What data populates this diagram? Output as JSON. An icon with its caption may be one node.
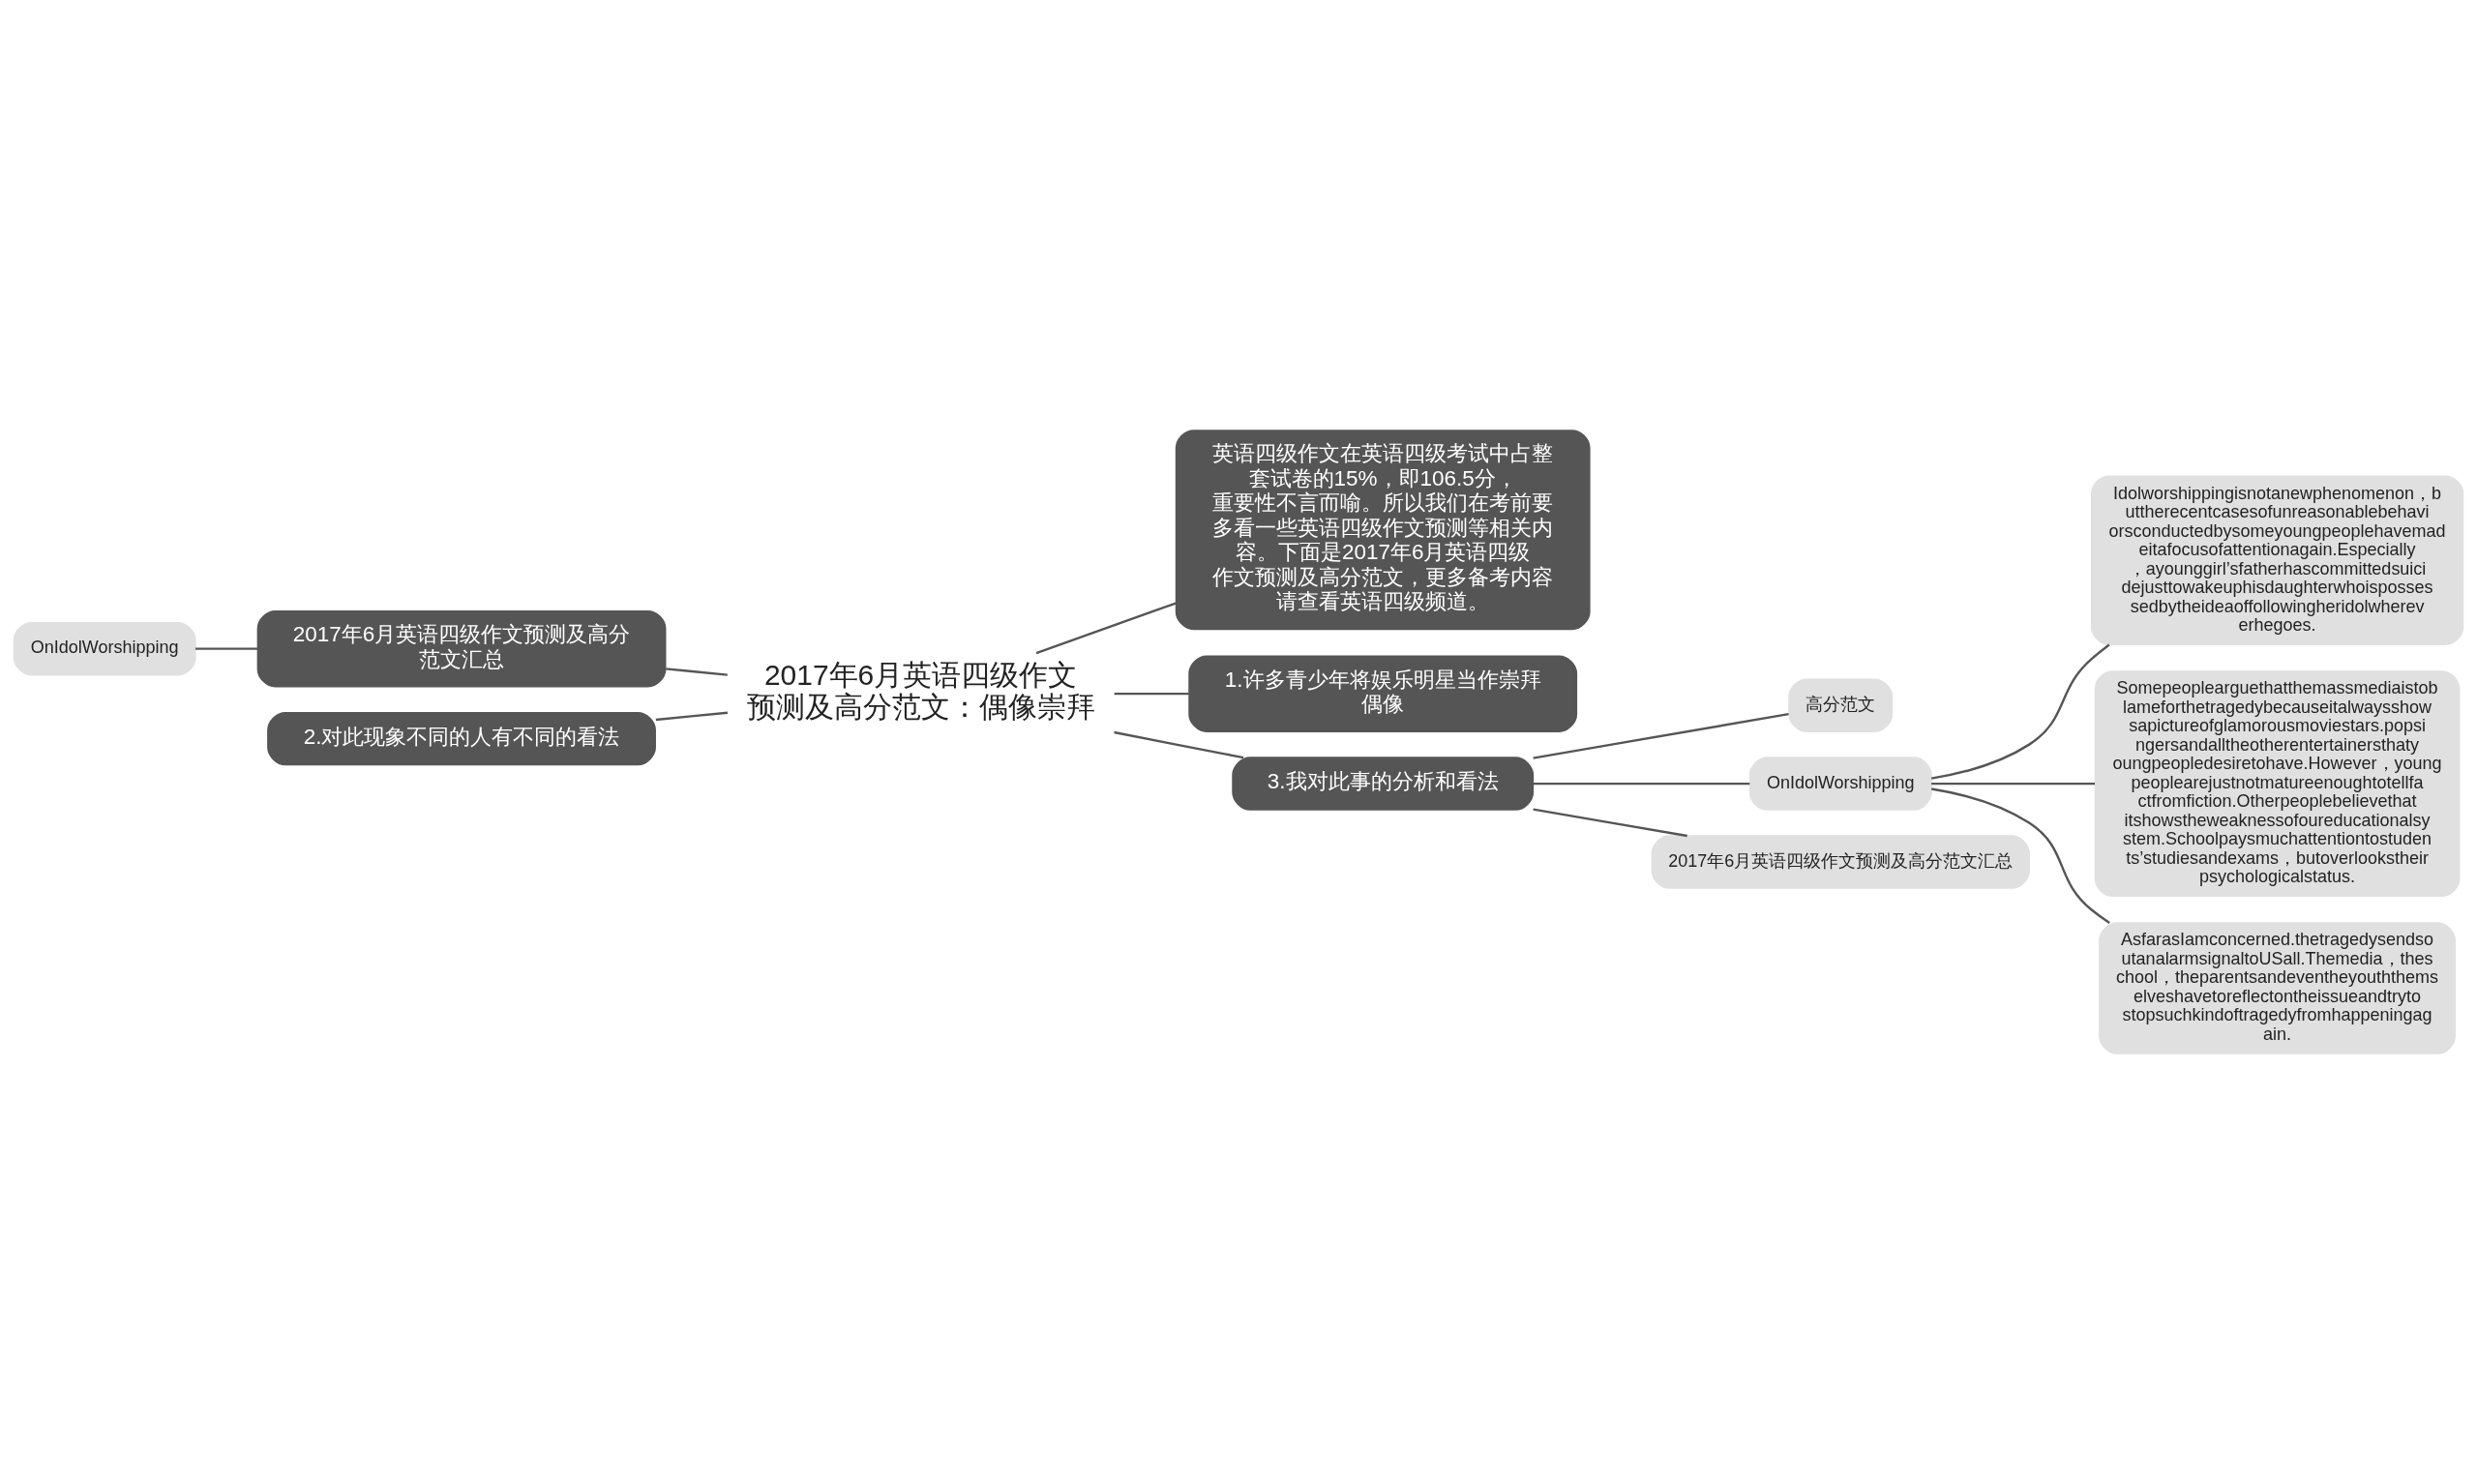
{
  "diagram": {
    "nodes": [
      {
        "text": [
          "2017年6月英语四级作文预测及高分范文：偶像崇拜"
        ]
      },
      {
        "text": [
          "英语四级作文在英语四级考试中占整套试卷的15%，即106.5分，重要性不言而喻。所以我们在考前要多看一些英语四级作文预测等相关内容。下面是2017年6月英语四级作文预测及高分范文，更多备考内容请查看英语四级频道。"
        ]
      },
      {
        "text": [
          "1.许多青少年将娱乐明星当作崇拜偶像"
        ]
      },
      {
        "text": [
          "2017年6月英语四级作文预测及高分范文汇总"
        ]
      },
      {
        "text": [
          "OnIdolWorshipping"
        ]
      },
      {
        "text": [
          "2.对此现象不同的人有不同的看法"
        ]
      },
      {
        "text": [
          "3.我对此事的分析和看法"
        ]
      },
      {
        "text": [
          "高分范文"
        ]
      },
      {
        "text": [
          "OnIdolWorshipping"
        ]
      },
      {
        "text": [
          "Idolworshippingisnotanewphenomenon，buttherecentcasesofunreasonablebehaviorsconductedbysomeyoungpeoplehavemadeitafocusofattentionagain.Especially，ayounggirl’sfatherhascommittedsuicidejusttowakeuphisdaughterwhoispossessedbytheideaoffollowingheridolwhereverhegoes."
        ]
      },
      {
        "text": [
          "Somepeoplearguethatthemassmediaistoblameforthetragedybecauseitalwaysshowsapictureofglamorousmoviestars.popsingersandalltheotherentertainersthatyoungpeopledesiretohave.However，youngpeoplearejustnotmatureenoughtotellfactfromfiction.Otherpeoplebelievethatitshowstheweaknessofoureducationalsystem.Schoolpaysmuchattentiontostudents’studiesandexams，butoverlookstheirpsychologicalstatus."
        ]
      },
      {
        "text": [
          "AsfarasIamconcerned.thetragedysendsoutanalarmsignaltoUSall.Themedia，theschool，theparentsandeventheyouththemselveshavetoreflectontheissueandtrytostopsuchkindoftragedyfromhappeningagain."
        ]
      },
      {
        "text": [
          "2017年6月英语四级作文预测及高分范文汇总"
        ]
      }
    ],
    "edges": [
      {
        "from": 0,
        "to": 1,
        "arrow": "none"
      },
      {
        "from": 0,
        "to": 2,
        "arrow": "none"
      },
      {
        "from": 0,
        "to": 3,
        "arrow": "none"
      },
      {
        "from": 3,
        "to": 4,
        "arrow": "none"
      },
      {
        "from": 0,
        "to": 5,
        "arrow": "none"
      },
      {
        "from": 0,
        "to": 6,
        "arrow": "none"
      },
      {
        "from": 6,
        "to": 7,
        "arrow": "none"
      },
      {
        "from": 6,
        "to": 8,
        "arrow": "none"
      },
      {
        "from": 8,
        "to": 9,
        "arrow": "none"
      },
      {
        "from": 8,
        "to": 10,
        "arrow": "none"
      },
      {
        "from": 8,
        "to": 11,
        "arrow": "none"
      },
      {
        "from": 6,
        "to": 12,
        "arrow": "none"
      }
    ]
  }
}
